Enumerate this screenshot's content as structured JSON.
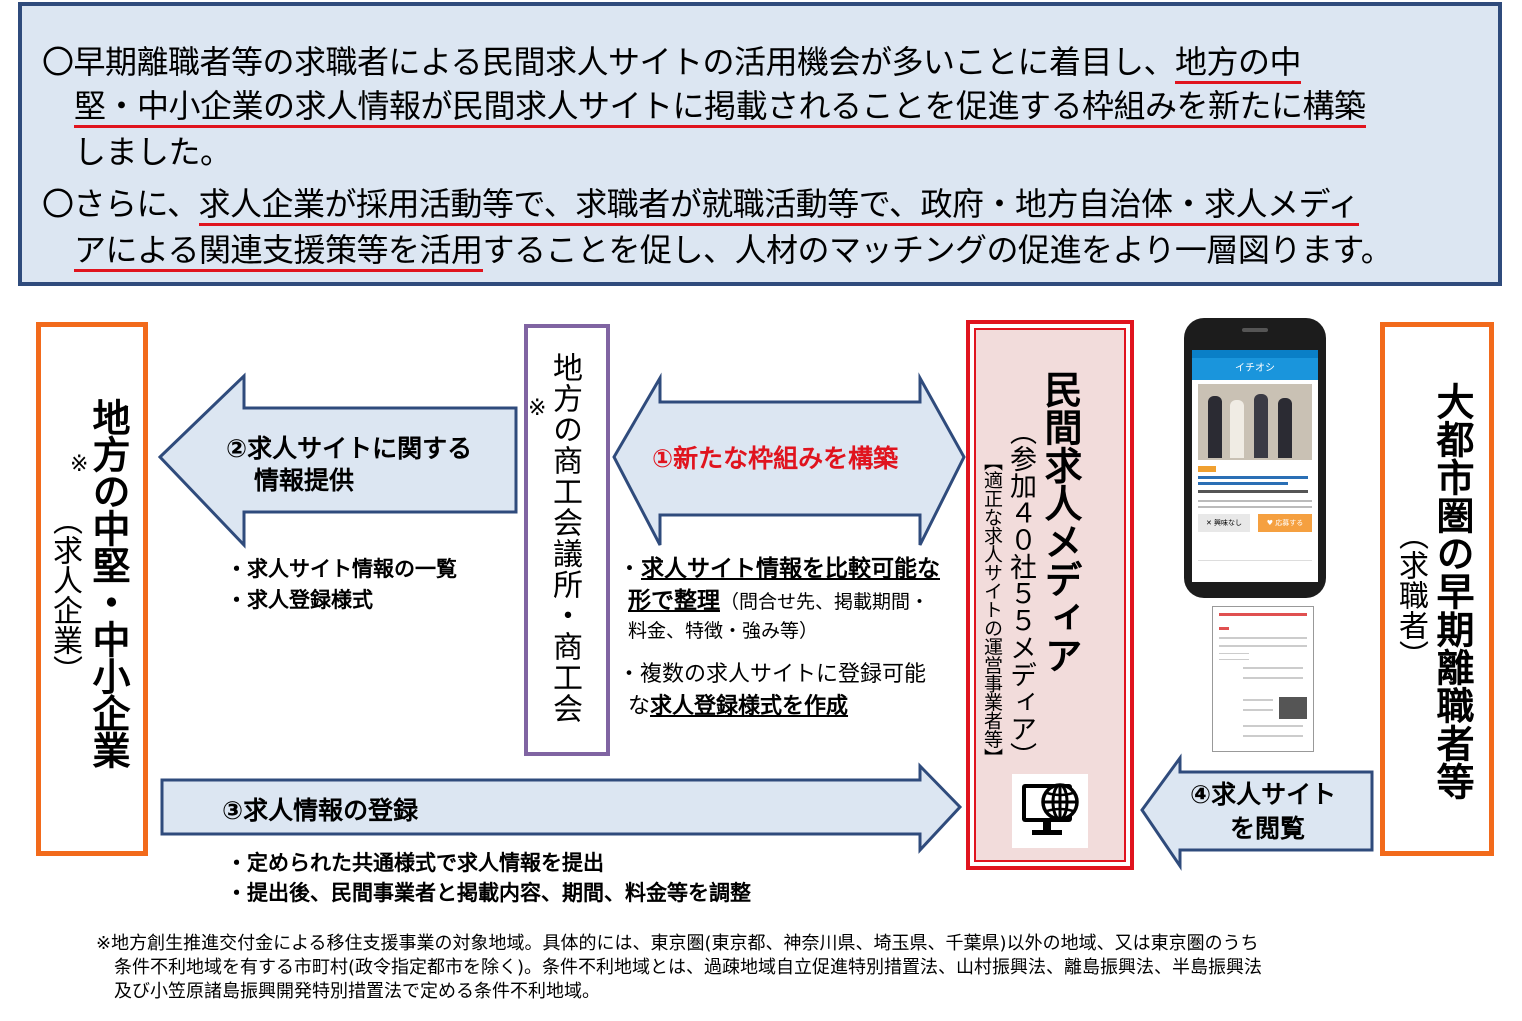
{
  "summary": {
    "p1_a": "〇早期離職者等の求職者による民間求人サイトの活用機会が多いことに着目し、",
    "p1_b": "地方の中",
    "p1_c": "堅・中小企業の求人情報が民間求人サイトに掲載されることを促進する枠組みを新たに構築",
    "p1_d": "しました。",
    "p2_a": "〇さらに、",
    "p2_b": "求人企業が採用活動等で、求職者が就職活動等で、政府・地方自治体・求人メディ",
    "p2_c": "アによる関連支援策等を活用",
    "p2_d": "することを促し、人材のマッチングの促進をより一層図ります。"
  },
  "left_box": {
    "mark": "※",
    "title": "地方の中堅・中小企業",
    "sub": "（求人企業）"
  },
  "chamber": {
    "mark": "※",
    "title": "地方の商工会議所・商工会"
  },
  "media": {
    "title": "民間求人メディア",
    "count": "（参加４０社５５メディア）",
    "note": "【適正な求人サイトの運営事業者等】"
  },
  "right_box": {
    "title": "大都市圏の早期離職者等",
    "sub": "（求職者）"
  },
  "arrow2": {
    "line1": "②求人サイトに関する",
    "line2": "情報提供"
  },
  "arrow1": {
    "label": "①新たな枠組みを構築"
  },
  "arrow3": {
    "label": "③求人情報の登録"
  },
  "arrow4": {
    "line1": "④求人サイト",
    "line2": "を閲覧"
  },
  "bullets2": [
    "・求人サイト情報の一覧",
    "・求人登録様式"
  ],
  "bullets1": {
    "b1_prefix": "・",
    "b1_bold": "求人サイト情報を比較可能な",
    "b1_bold2": "形で整理",
    "b1_rest": "（問合せ先、掲載期間・",
    "b1_rest2": "料金、特徴・強み等）",
    "b2_a": "・複数の求人サイトに登録可能",
    "b2_b": "な",
    "b2_bold": "求人登録様式を作成"
  },
  "bullets3": [
    "・定められた共通様式で求人情報を提出",
    "・提出後、民間事業者と掲載内容、期間、料金等を調整"
  ],
  "phone": {
    "header": "イチオシ",
    "btn_left": "✕ 興味なし",
    "btn_right": "♥ 応募する"
  },
  "footnote": [
    "※地方創生推進交付金による移住支援事業の対象地域。具体的には、東京圏(東京都、神奈川県、埼玉県、千葉県)以外の地域、又は東京圏のうち",
    "　条件不利地域を有する市町村(政令指定都市を除く)。条件不利地域とは、過疎地域自立促進特別措置法、山村振興法、離島振興法、半島振興法",
    "　及び小笠原諸島振興開発特別措置法で定める条件不利地域。"
  ],
  "colors": {
    "arrow_fill": "#dce6f2",
    "arrow_stroke": "#2f4b7c",
    "accent_red": "#e0141e",
    "orange": "#f26a1b",
    "purple": "#8064a2"
  }
}
